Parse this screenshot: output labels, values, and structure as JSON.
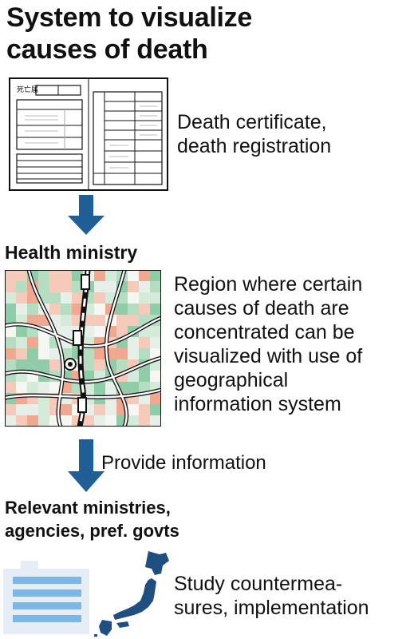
{
  "title_line1": "System to visualize",
  "title_line2": "causes of death",
  "step1": {
    "form_label": "死亡届",
    "text_line1": "Death certificate,",
    "text_line2": "death registration"
  },
  "step2": {
    "heading": "Health ministry",
    "text_lines": [
      "Region where certain",
      "causes of death are",
      "concentrated can be",
      "visualized with use of",
      "geographical",
      "information system"
    ]
  },
  "arrow2_label": "Provide information",
  "step3": {
    "heading_line1": "Relevant ministries,",
    "heading_line2": "agencies, pref. govts",
    "text_line1": "Study countermea-",
    "text_line2": "sures, implementation"
  },
  "colors": {
    "arrow_blue": "#1f5f96",
    "map_green": "#7cc49a",
    "map_pink": "#ef9a80",
    "building_blue": "#7cb8e6",
    "japan_navy": "#1e4f80"
  },
  "icons": [
    "document-icon",
    "down-arrow-icon",
    "map-icon",
    "building-icon",
    "japan-map-icon"
  ]
}
